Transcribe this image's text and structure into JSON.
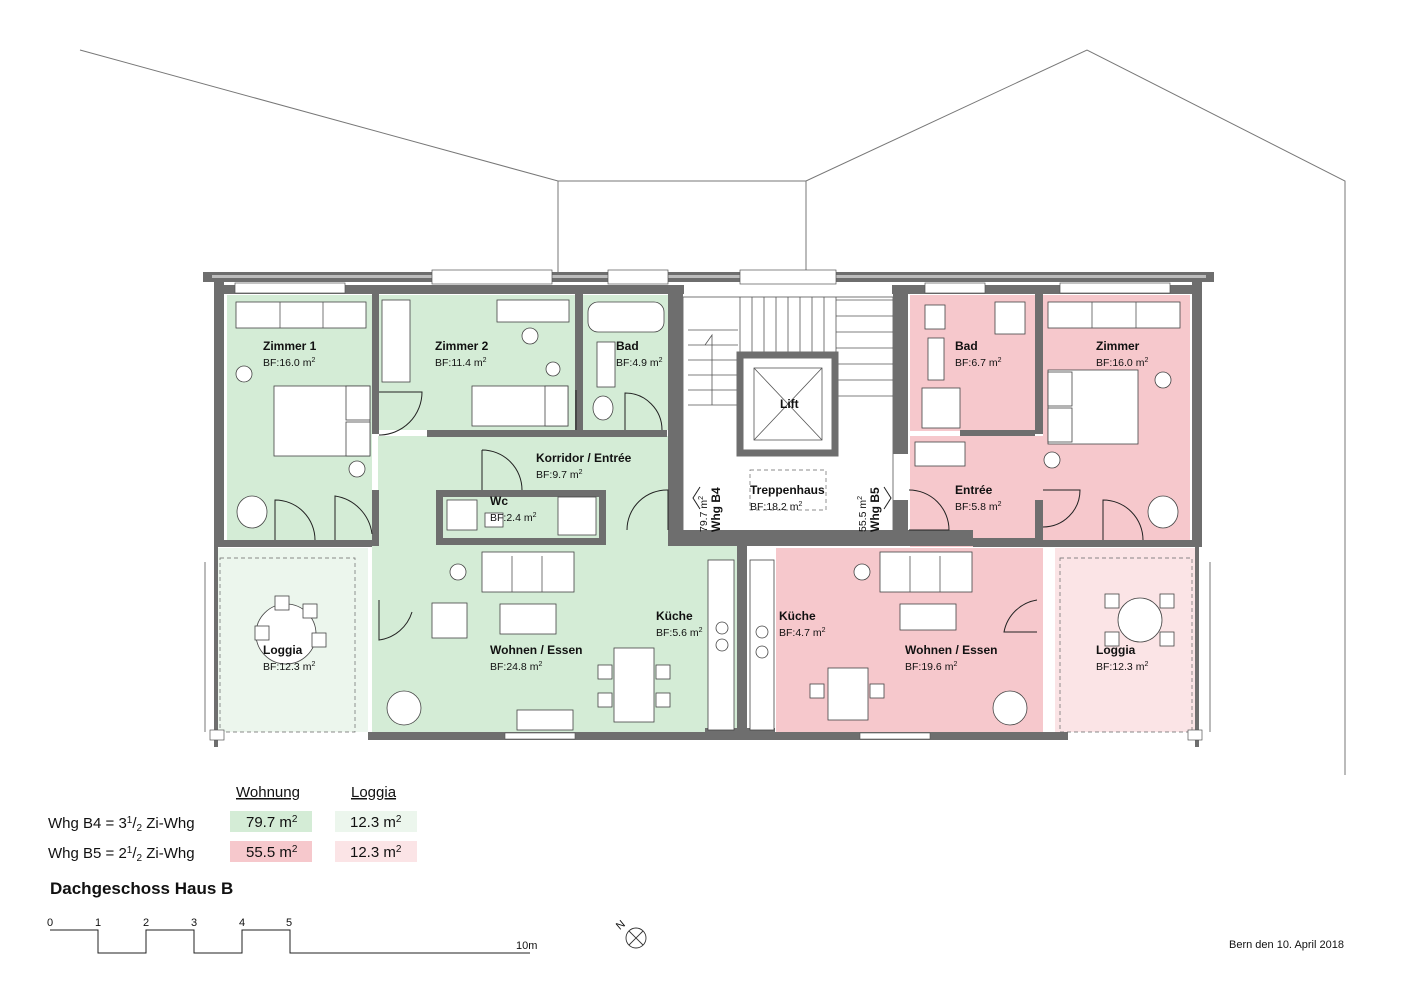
{
  "rooms": {
    "zimmer1": {
      "name": "Zimmer 1",
      "area": "BF:16.0 m",
      "sup": "2"
    },
    "zimmer2": {
      "name": "Zimmer 2",
      "area": "BF:11.4 m",
      "sup": "2"
    },
    "bad_b4": {
      "name": "Bad",
      "area": "BF:4.9 m",
      "sup": "2"
    },
    "korridor": {
      "name": "Korridor / Entrée",
      "area": "BF:9.7 m",
      "sup": "2"
    },
    "wc": {
      "name": "Wc",
      "area": "BF:2.4 m",
      "sup": "2"
    },
    "lift": {
      "name": "Lift"
    },
    "treppenhaus": {
      "name": "Treppenhaus",
      "area": "BF:18.2 m",
      "sup": "2"
    },
    "bad_b5": {
      "name": "Bad",
      "area": "BF:6.7 m",
      "sup": "2"
    },
    "zimmer_b5": {
      "name": "Zimmer",
      "area": "BF:16.0 m",
      "sup": "2"
    },
    "entree_b5": {
      "name": "Entrée",
      "area": "BF:5.8 m",
      "sup": "2"
    },
    "loggia_b4": {
      "name": "Loggia",
      "area": "BF:12.3 m",
      "sup": "2"
    },
    "wohnen_b4": {
      "name": "Wohnen / Essen",
      "area": "BF:24.8 m",
      "sup": "2"
    },
    "kueche_b4": {
      "name": "Küche",
      "area": "BF:5.6 m",
      "sup": "2"
    },
    "kueche_b5": {
      "name": "Küche",
      "area": "BF:4.7 m",
      "sup": "2"
    },
    "wohnen_b5": {
      "name": "Wohnen / Essen",
      "area": "BF:19.6 m",
      "sup": "2"
    },
    "loggia_b5": {
      "name": "Loggia",
      "area": "BF:12.3 m",
      "sup": "2"
    }
  },
  "vertical_labels": {
    "b4": {
      "area": "79.7 m",
      "sup": "2",
      "unit": "Whg B4"
    },
    "b5": {
      "area": "55.5 m",
      "sup": "2",
      "unit": "Whg B5"
    }
  },
  "legend": {
    "col_wohnung": "Wohnung",
    "col_loggia": "Loggia",
    "rows": [
      {
        "label_pre": "Whg B4 = 3",
        "label_sup": "1",
        "label_mid": "/",
        "label_sub": "2",
        "label_post": " Zi-Whg",
        "wohnung": "79.7 m",
        "loggia": "12.3 m",
        "sup": "2"
      },
      {
        "label_pre": "Whg B5 = 2",
        "label_sup": "1",
        "label_mid": "/",
        "label_sub": "2",
        "label_post": " Zi-Whg",
        "wohnung": "55.5 m",
        "loggia": "12.3 m",
        "sup": "2"
      }
    ]
  },
  "title": "Dachgeschoss Haus B",
  "scale": {
    "ticks": [
      "0",
      "1",
      "2",
      "3",
      "4",
      "5"
    ],
    "end_label": "10m"
  },
  "north_label": "N",
  "date": "Bern den 10. April 2018",
  "colors": {
    "b4": "#d4ecd6",
    "b4_loggia": "#ecf6ed",
    "b5": "#f6c8cc",
    "b5_loggia": "#fbe4e6",
    "wall": "#6e6e6e"
  }
}
